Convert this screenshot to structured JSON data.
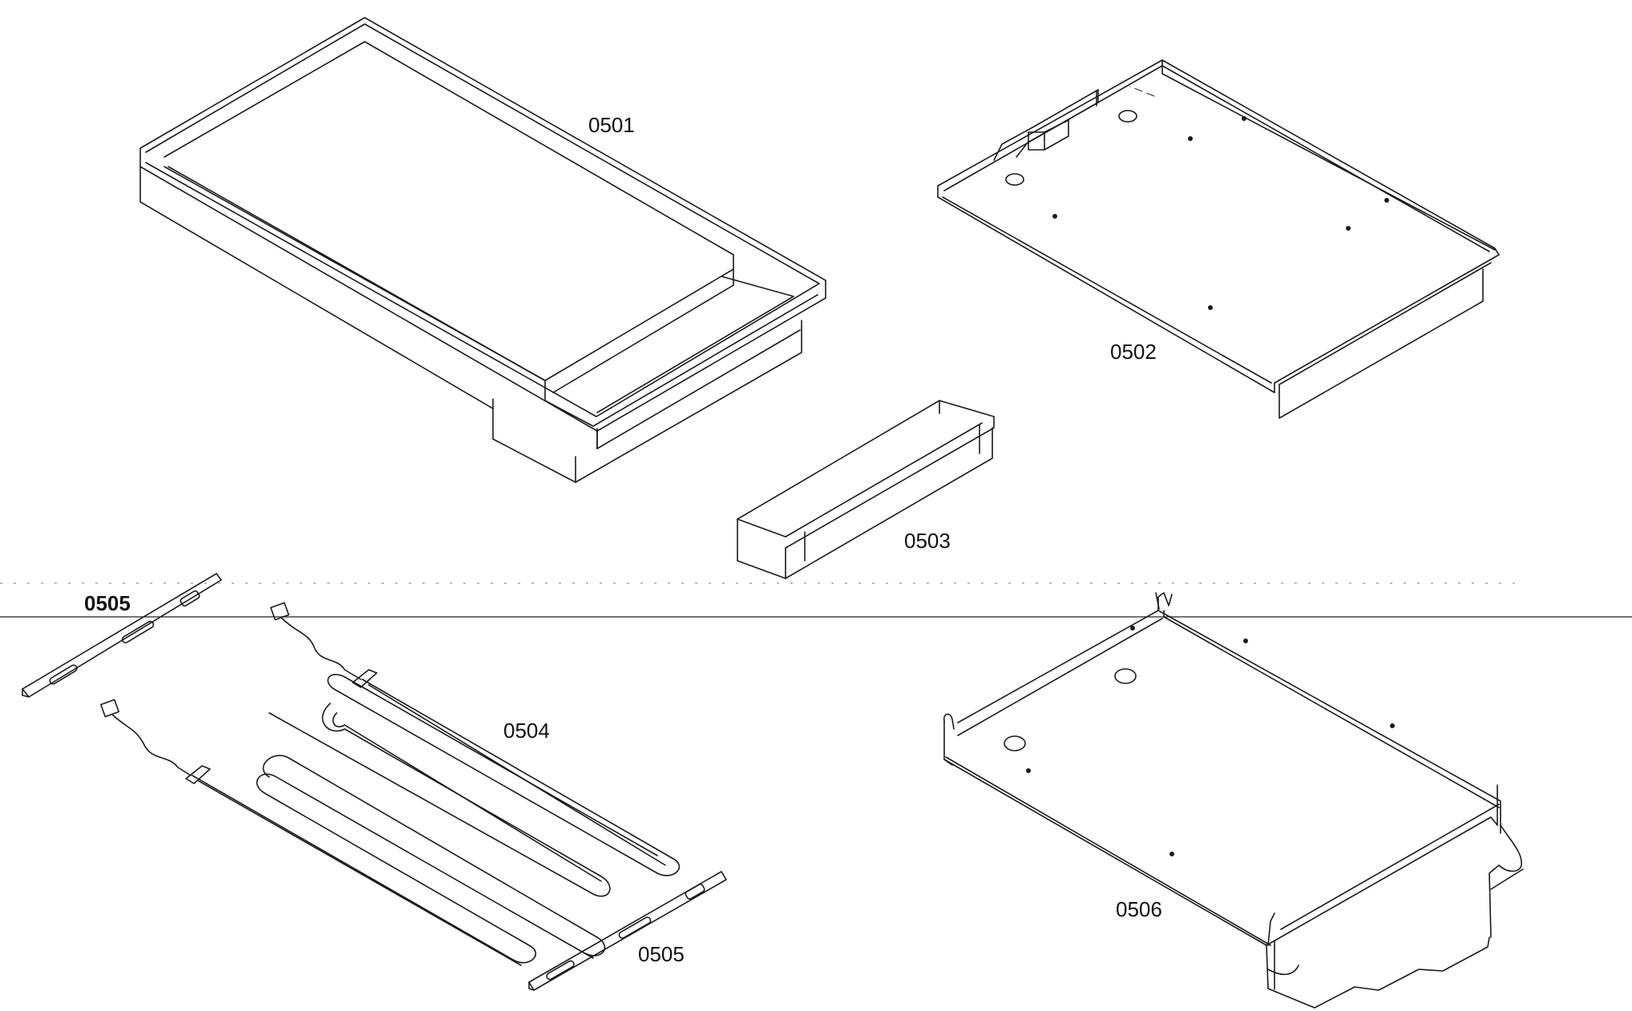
{
  "labels": {
    "l0501": "0501",
    "l0502": "0502",
    "l0503": "0503",
    "l0504": "0504",
    "l0505_top": "0505",
    "l0505_bottom": "0505",
    "l0506": "0506"
  }
}
